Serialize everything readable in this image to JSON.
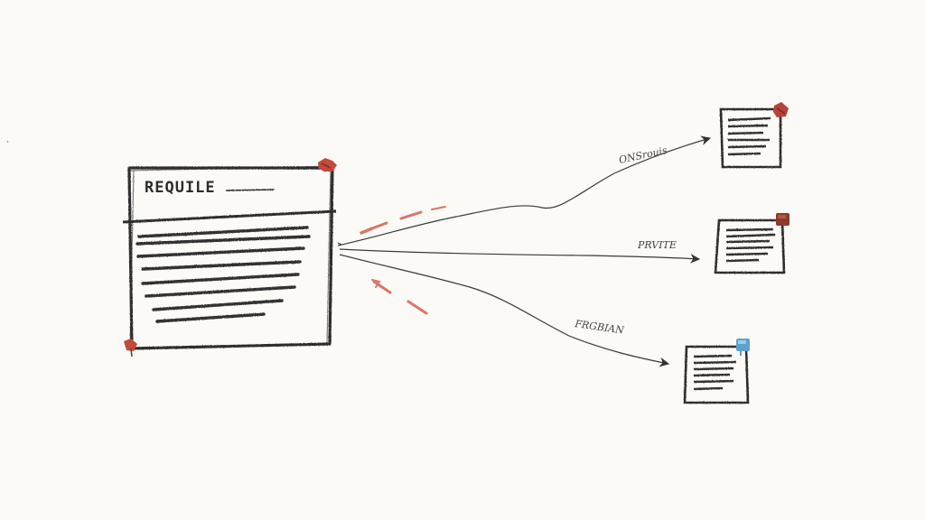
{
  "source": {
    "title": "REQUILE"
  },
  "edges": [
    {
      "label": "ONSrouis"
    },
    {
      "label": "PRVITE"
    },
    {
      "label": "FRGBIAN"
    }
  ],
  "colors": {
    "ink": "#2c2c2c",
    "red_accent": "#c24a3a",
    "dark_red_accent": "#8a3a2c",
    "blue_accent": "#5ba3cf",
    "dashed_arrow": "#d9766a",
    "paper": "#fbfaf7"
  },
  "icons": {
    "source_pin_top": "red-pin-icon",
    "source_pin_bottom": "red-pin-icon",
    "doc1_pin": "red-pin-icon",
    "doc2_pin": "brown-pin-icon",
    "doc3_pin": "blue-pin-icon"
  }
}
